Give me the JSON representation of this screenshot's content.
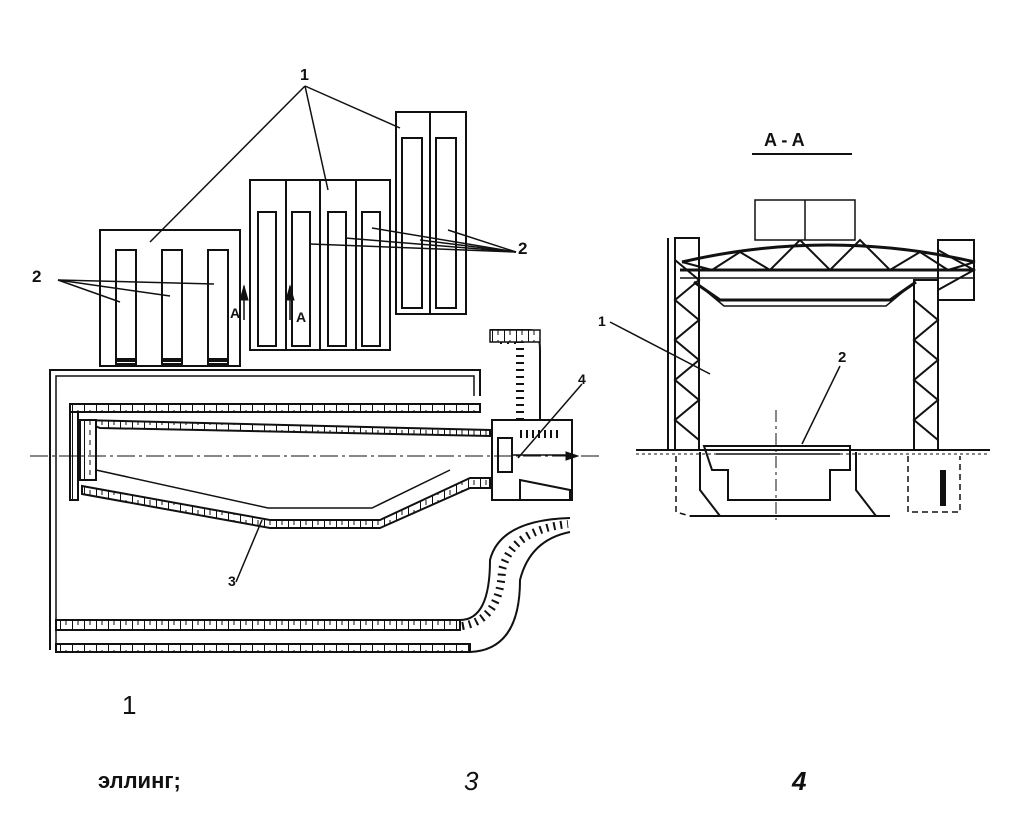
{
  "plan_labels": {
    "callout_1": "1",
    "callout_2_left": "2",
    "callout_2_right": "2",
    "callout_3": "3",
    "callout_4": "4",
    "section_mark_left": "A",
    "section_mark_right": "A"
  },
  "section": {
    "title": "A - A",
    "callout_1": "1",
    "callout_2": "2"
  },
  "captions": {
    "figure_number": "1",
    "text": "эллинг;",
    "number_3": "3",
    "number_4": "4"
  }
}
